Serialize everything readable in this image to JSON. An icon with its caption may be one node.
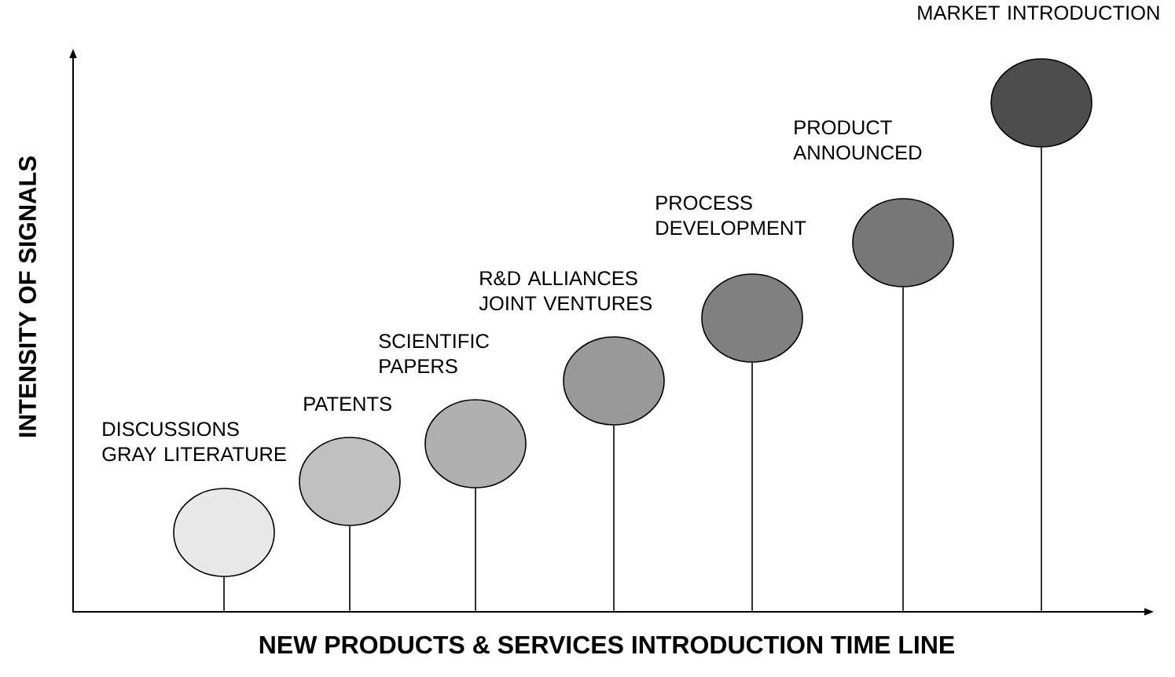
{
  "diagram": {
    "nodes": [
      {
        "text": [],
        "shape": "circle"
      },
      {
        "text": [],
        "shape": "circle"
      },
      {
        "text": [],
        "shape": "circle"
      },
      {
        "text": [],
        "shape": "circle"
      },
      {
        "text": [],
        "shape": "circle"
      },
      {
        "text": [],
        "shape": "circle"
      },
      {
        "text": [],
        "shape": "circle"
      },
      {
        "text": [],
        "shape": "bar"
      }
    ],
    "edges": [
      {
        "from": 0,
        "to": 7,
        "arrow": "none"
      },
      {
        "from": 1,
        "to": 7,
        "arrow": "none"
      },
      {
        "from": 2,
        "to": 7,
        "arrow": "none"
      },
      {
        "from": 3,
        "to": 7,
        "arrow": "none"
      },
      {
        "from": 4,
        "to": 7,
        "arrow": "none"
      },
      {
        "from": 5,
        "to": 7,
        "arrow": "none"
      },
      {
        "from": 6,
        "to": 7,
        "arrow": "none"
      }
    ],
    "labels": [
      "DISCUSSIONS GRAY LITERATURE",
      "PATENTS",
      "SCIENTIFIC PAPERS",
      "R&D ALLIANCES JOINT VENTURES",
      "PROCESS DEVELOPMENT",
      "PRODUCT ANNOUNCED",
      "MARKET INTRODUCTION",
      "INTENSITY OF SIGNALS",
      "NEW PRODUCTS & SERVICES INTRODUCTION TIME LINE"
    ]
  }
}
